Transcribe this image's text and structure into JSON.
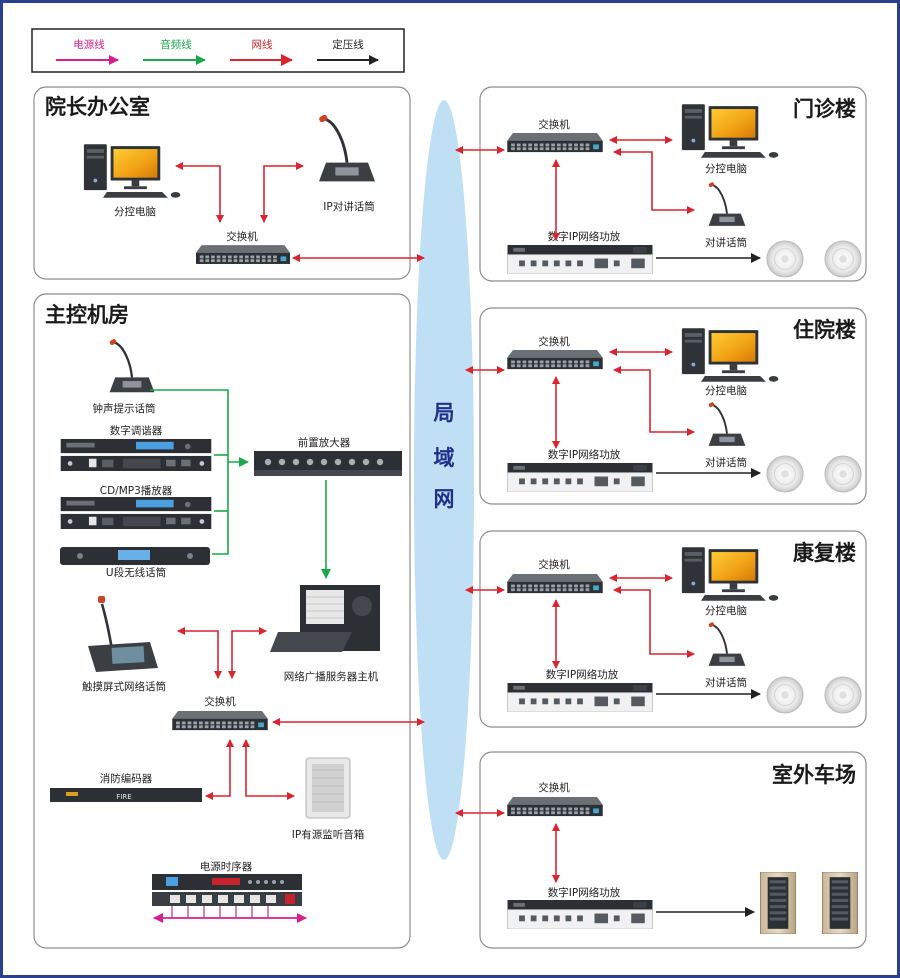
{
  "colors": {
    "power": "#d6208e",
    "audio": "#1aa84a",
    "network": "#d8252f",
    "fixed": "#222222",
    "lan": "#bfe0f4",
    "lan_text": "#1f2f8a",
    "frame": "#2b3f8f"
  },
  "legend": {
    "power": "电源线",
    "audio": "音频线",
    "network": "网线",
    "fixed": "定压线"
  },
  "lan_label": [
    "局",
    "域",
    "网"
  ],
  "sections": {
    "president": {
      "title": "院长办公室",
      "pc": "分控电脑",
      "ipmic": "IP对讲话筒",
      "switch": "交换机"
    },
    "control": {
      "title": "主控机房",
      "chime": "钟声提示话筒",
      "tuner": "数字调谐器",
      "cd": "CD/MP3播放器",
      "wireless": "U段无线话筒",
      "preamp": "前置放大器",
      "server": "网络广播服务器主机",
      "touchmic": "触摸屏式网络话筒",
      "switch": "交换机",
      "fire": "消防编码器",
      "fire_panel": "FIRE",
      "monitor": "IP有源监听音箱",
      "sequencer": "电源时序器"
    },
    "outpatient": {
      "title": "门诊楼",
      "switch": "交换机",
      "pc": "分控电脑",
      "mic": "对讲话筒",
      "amp": "数字IP网络功放"
    },
    "inpatient": {
      "title": "住院楼",
      "switch": "交换机",
      "pc": "分控电脑",
      "mic": "对讲话筒",
      "amp": "数字IP网络功放"
    },
    "rehab": {
      "title": "康复楼",
      "switch": "交换机",
      "pc": "分控电脑",
      "mic": "对讲话筒",
      "amp": "数字IP网络功放"
    },
    "parking": {
      "title": "室外车场",
      "switch": "交换机",
      "amp": "数字IP网络功放"
    }
  }
}
